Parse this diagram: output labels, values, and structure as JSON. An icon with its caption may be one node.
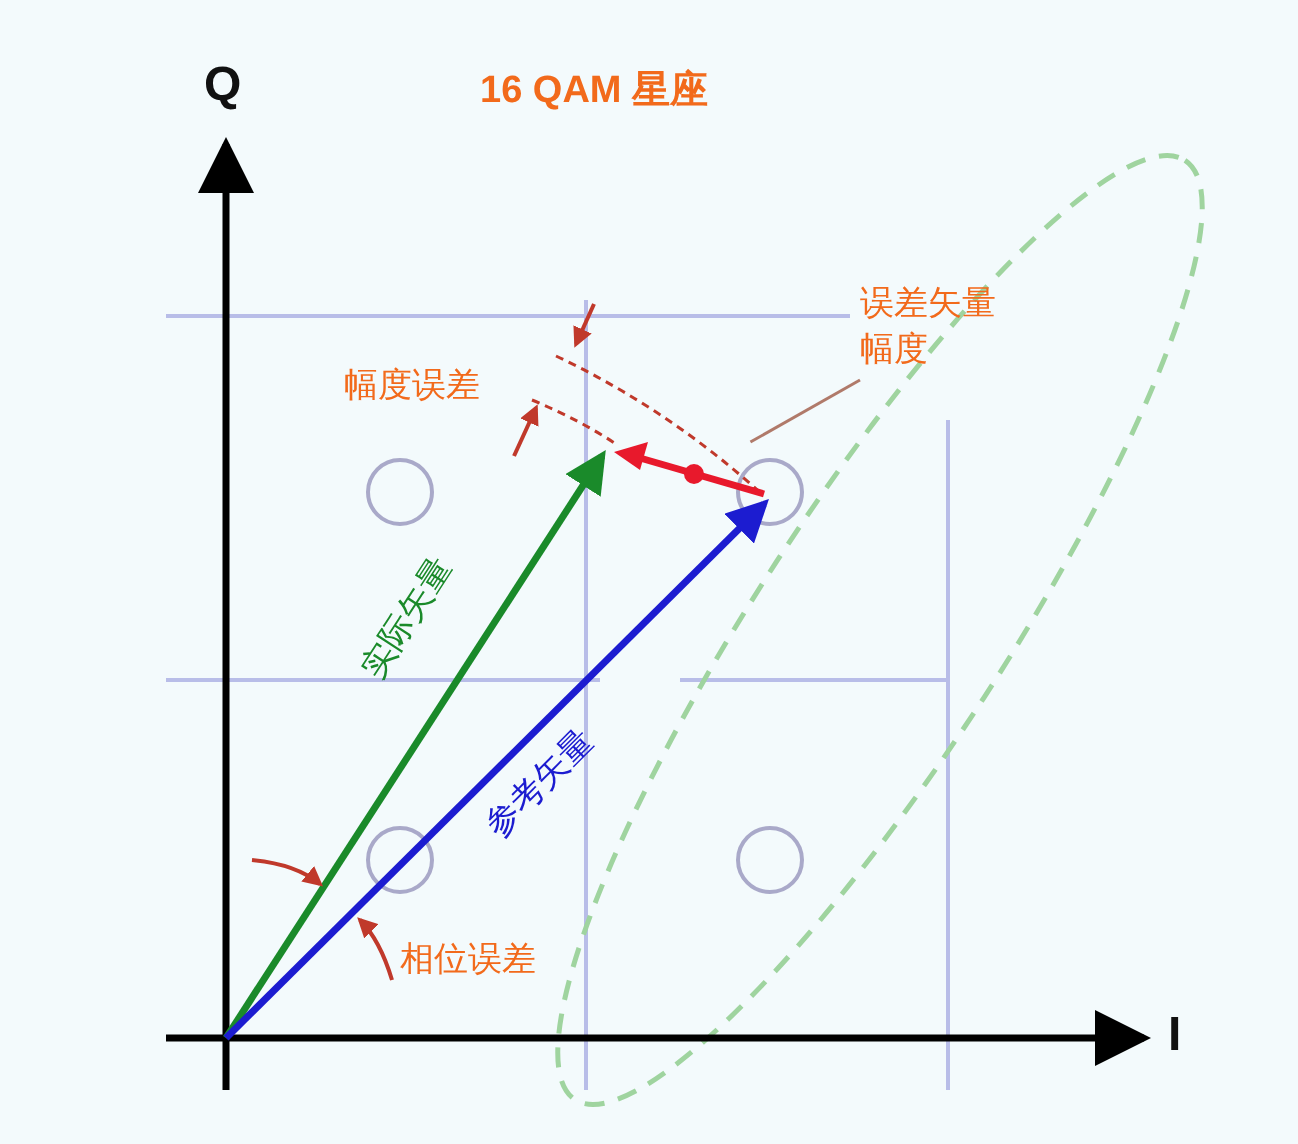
{
  "diagram": {
    "title": "16 QAM 星座",
    "nodes": [
      {
        "text": [
          "误差矢量幅度"
        ]
      },
      {
        "text": [],
        "shape": "arrow"
      }
    ],
    "edges": [
      {
        "from": 0,
        "to": 1,
        "arrow": "none"
      }
    ],
    "labels": [
      "Q",
      "幅度误差",
      "实际矢量",
      "参考矢量",
      "相位误差",
      "I"
    ]
  }
}
